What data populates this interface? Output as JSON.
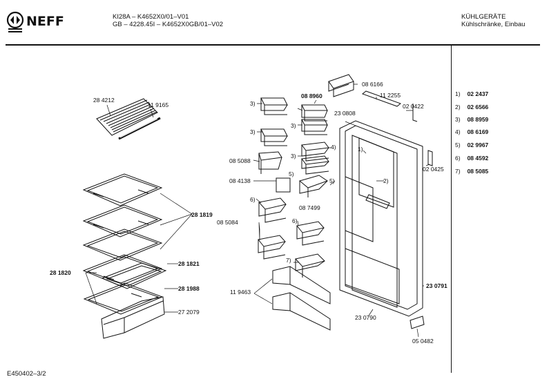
{
  "header": {
    "brand": "NEFF",
    "model_line1": "KI28A – K4652X0/01–V01",
    "model_line2": "GB – 4228.45I – K4652X0GB/01–V02",
    "category": "KÜHLGERÄTE",
    "subcategory": "Kühlschränke, Einbau"
  },
  "part_labels": {
    "p284212": "28 4212",
    "p119165": "11 9165",
    "p281819": "28 1819",
    "p281820": "28 1820",
    "p281821": "28 1821",
    "p281988": "28 1988",
    "p272079": "27 2079",
    "p3a": "3)",
    "p3b": "3)",
    "p3c": "3)",
    "p3d": "3)",
    "p088960": "08 8960",
    "p4": "4)",
    "p085088": "08 5088",
    "p084138": "08 4138",
    "p5a": "5)",
    "p5b": "5)",
    "p6a": "6)",
    "p6b": "6)",
    "p085084": "08 5084",
    "p087499": "08 7499",
    "p7": "7)",
    "p119463": "11 9463",
    "p086166": "08 6166",
    "p112255": "11 2255",
    "p230808": "23 0808",
    "p020422": "02 0422",
    "p1": "1)",
    "p2": "2)",
    "p020425": "02 0425",
    "p230791": "23 0791",
    "p230790": "23 0790",
    "p050482": "05 0482"
  },
  "legend": [
    {
      "key": "1)",
      "code": "02 2437"
    },
    {
      "key": "2)",
      "code": "02 6566"
    },
    {
      "key": "3)",
      "code": "08 8959"
    },
    {
      "key": "4)",
      "code": "08 6169"
    },
    {
      "key": "5)",
      "code": "02 9967"
    },
    {
      "key": "6)",
      "code": "08 4592"
    },
    {
      "key": "7)",
      "code": "08 5085"
    }
  ],
  "footer": {
    "doc_id": "E450402–3/2"
  }
}
